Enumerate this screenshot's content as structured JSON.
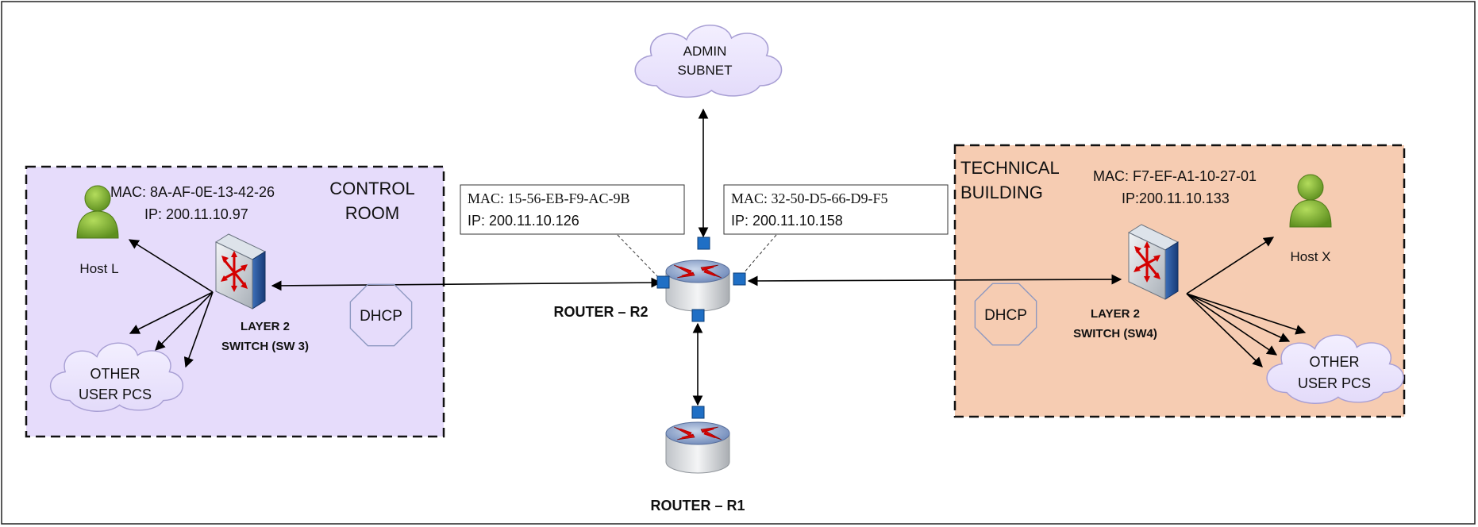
{
  "admin_subnet": {
    "line1": "ADMIN",
    "line2": "SUBNET"
  },
  "control_room": {
    "zone_line1": "CONTROL",
    "zone_line2": "ROOM",
    "host_mac": "MAC: 8A-AF-0E-13-42-26",
    "host_ip": "IP: 200.11.10.97",
    "host_name": "Host L",
    "switch_line1": "LAYER 2",
    "switch_line2": "SWITCH (SW 3)",
    "dhcp": "DHCP",
    "cloud_line1": "OTHER",
    "cloud_line2": "USER PCS"
  },
  "router_r2": {
    "name": "ROUTER – R2",
    "left_mac": "MAC: 15-56-EB-F9-AC-9B",
    "left_ip": "IP: 200.11.10.126",
    "right_mac": "MAC: 32-50-D5-66-D9-F5",
    "right_ip": "IP: 200.11.10.158"
  },
  "router_r1": {
    "name": "ROUTER – R1"
  },
  "technical_building": {
    "zone_line1": "TECHNICAL",
    "zone_line2": "BUILDING",
    "host_mac": "MAC: F7-EF-A1-10-27-01",
    "host_ip": "IP:200.11.10.133",
    "host_name": "Host X",
    "switch_line1": "LAYER 2",
    "switch_line2": "SWITCH (SW4)",
    "dhcp": "DHCP",
    "cloud_line1": "OTHER",
    "cloud_line2": "USER PCS"
  },
  "colors": {
    "control_room_fill": "#e6dcfb",
    "technical_fill": "#f6ccb2",
    "cloud_fill": "#e9e3fb",
    "cloud_stroke": "#9f95cf",
    "port_blue": "#1f6fc5",
    "host_green": "#82b52f"
  }
}
